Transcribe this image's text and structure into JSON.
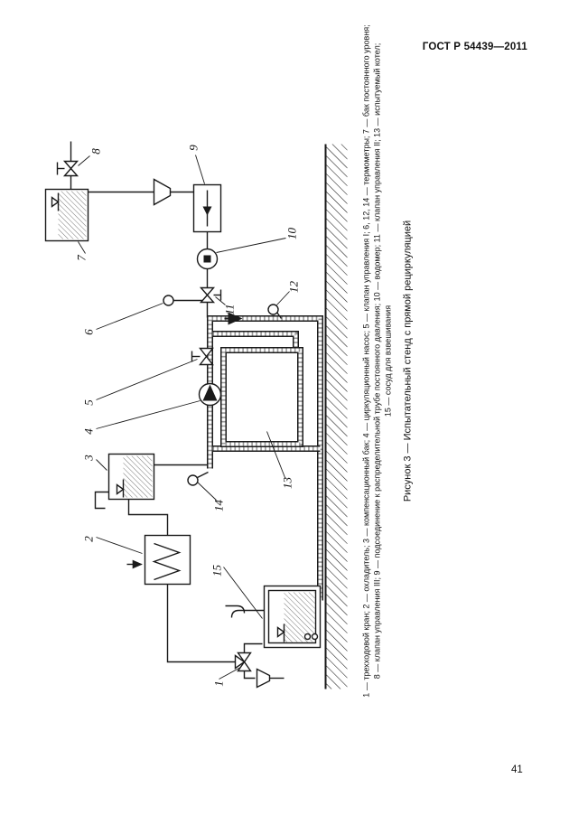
{
  "page": {
    "header": "ГОСТ Р 54439—2011",
    "page_number": "41"
  },
  "figure": {
    "caption": "Рисунок 3 — Испытательный стенд с прямой рециркуляцией",
    "legend_lines": [
      "1 — трехходовой кран; 2 — охладитель; 3 — компенсационный бак; 4 — циркуляционный насос; 5 — клапан управления I; 6, 12, 14 — термометры; 7 — бак постоянного уровня;",
      "8 — клапан управления III; 9 — подсоединение к распределительной трубе постоянного давления; 10 — водомер; 11 — клапан управления II; 13 — испытуемый котел;",
      "15 — сосуд для взвешивания"
    ],
    "callouts": [
      "1",
      "2",
      "3",
      "4",
      "5",
      "6",
      "7",
      "8",
      "9",
      "10",
      "11",
      "12",
      "13",
      "14",
      "15"
    ]
  },
  "colors": {
    "ink": "#1a1a1a",
    "paper": "#ffffff"
  }
}
